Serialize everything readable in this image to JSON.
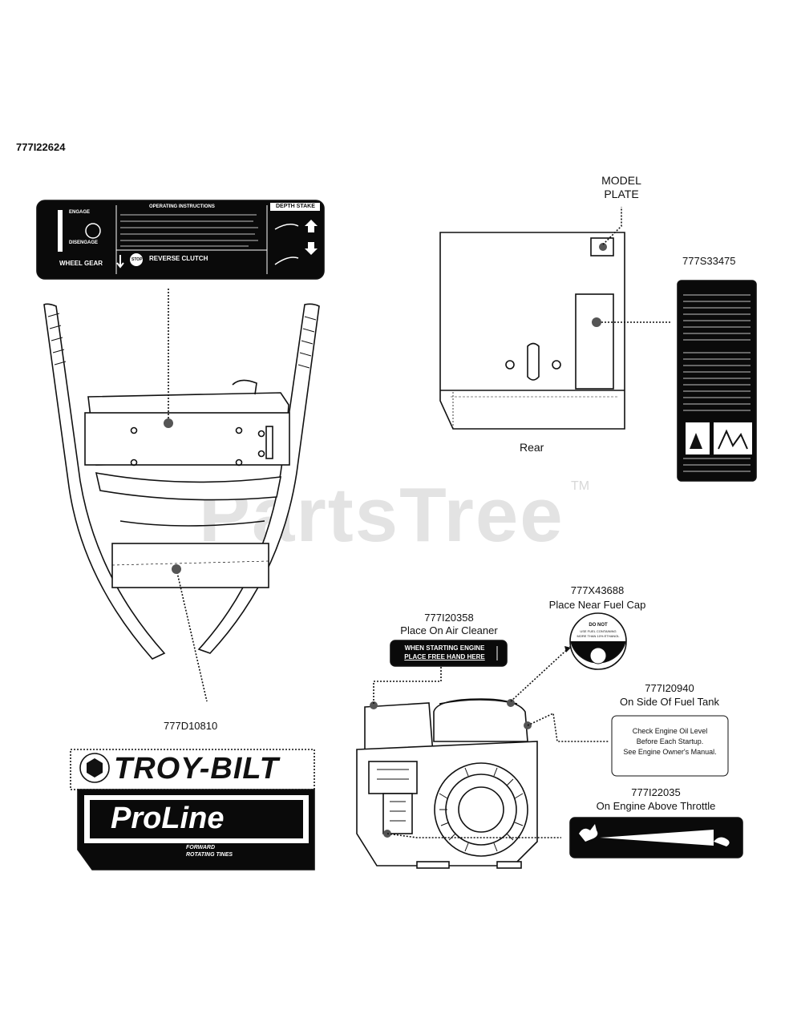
{
  "header": {
    "part_number": "777I22624"
  },
  "watermark": {
    "brand": "PartsTree",
    "tm": "TM"
  },
  "callouts": {
    "model_plate": {
      "line1": "MODEL",
      "line2": "PLATE"
    },
    "warning_label": {
      "part": "777S33475"
    },
    "rear_label": "Rear",
    "proline_decal": {
      "part": "777D10810"
    },
    "air_cleaner": {
      "part": "777I20358",
      "placement": "Place On Air Cleaner"
    },
    "fuel_cap": {
      "part": "777X43688",
      "placement": "Place Near Fuel Cap"
    },
    "fuel_tank": {
      "part": "777I20940",
      "placement": "On Side Of Fuel Tank"
    },
    "throttle": {
      "part": "777I22035",
      "placement": "On Engine Above Throttle"
    }
  },
  "decals": {
    "operating": {
      "engage": "ENGAGE",
      "disengage": "DISENGAGE",
      "wheel_gear": "WHEEL GEAR",
      "instructions_title": "OPERATING INSTRUCTIONS",
      "reverse_clutch": "REVERSE CLUTCH",
      "depth_stake": "DEPTH STAKE",
      "stop": "STOP"
    },
    "air_cleaner": {
      "line1": "WHEN STARTING ENGINE",
      "line2": "PLACE FREE HAND HERE"
    },
    "fuel_cap": {
      "line1": "DO NOT",
      "line2": "USE FUEL CONTAINING",
      "line3": "MORE THAN 10% ETHANOL"
    },
    "fuel_tank": {
      "line1": "Check Engine Oil Level",
      "line2": "Before Each Startup.",
      "line3": "See Engine Owner's Manual."
    },
    "proline": {
      "brand": "TROY-BILT",
      "model": "ProLine",
      "sub1": "FORWARD",
      "sub2": "ROTATING TINES"
    }
  }
}
